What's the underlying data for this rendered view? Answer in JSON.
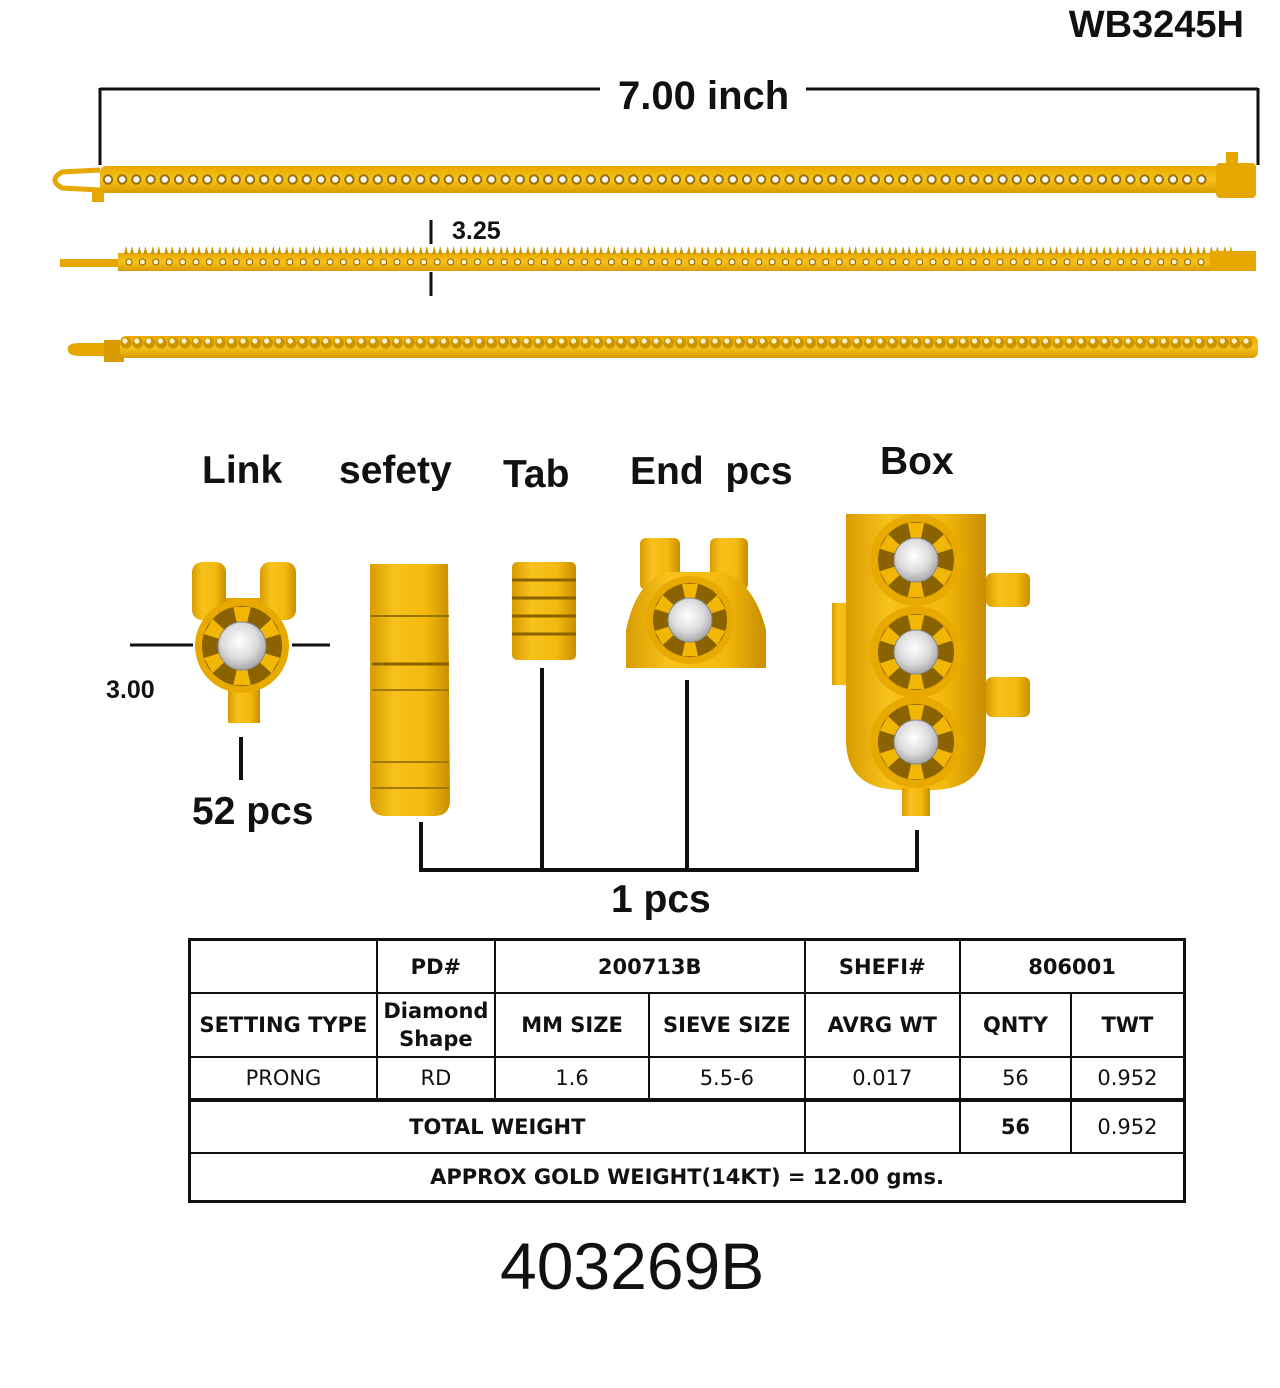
{
  "header": {
    "style_code": "WB3245H"
  },
  "dimensions": {
    "length": "7.00 inch",
    "width": "3.25",
    "link_size": "3.00"
  },
  "components": {
    "link": "Link",
    "safety": "sefety",
    "tab": "Tab",
    "end_pcs": "End  pcs",
    "box": "Box",
    "link_count": "52 pcs",
    "other_count": "1 pcs"
  },
  "table": {
    "pd_label": "PD#",
    "pd_value": "200713B",
    "shefi_label": "SHEFI#",
    "shefi_value": "806001",
    "headers": {
      "setting_type": "SETTING TYPE",
      "diamond_shape_1": "Diamond",
      "diamond_shape_2": "Shape",
      "mm_size": "MM SIZE",
      "sieve_size": "SIEVE SIZE",
      "avrg_wt": "AVRG WT",
      "qnty": "QNTY",
      "twt": "TWT"
    },
    "row": {
      "setting_type": "PRONG",
      "shape": "RD",
      "mm_size": "1.6",
      "sieve_size": "5.5-6",
      "avrg_wt": "0.017",
      "qnty": "56",
      "twt": "0.952"
    },
    "total": {
      "label": "TOTAL WEIGHT",
      "qnty": "56",
      "twt": "0.952"
    },
    "gold_weight": "APPROX GOLD WEIGHT(14KT) = 12.00 gms."
  },
  "footer": {
    "code": "403269B"
  },
  "colors": {
    "gold": "#F2B705",
    "gold_dark": "#8A6300",
    "gold_mid": "#C99400",
    "stone": "#E6E6E6",
    "line": "#111111"
  }
}
